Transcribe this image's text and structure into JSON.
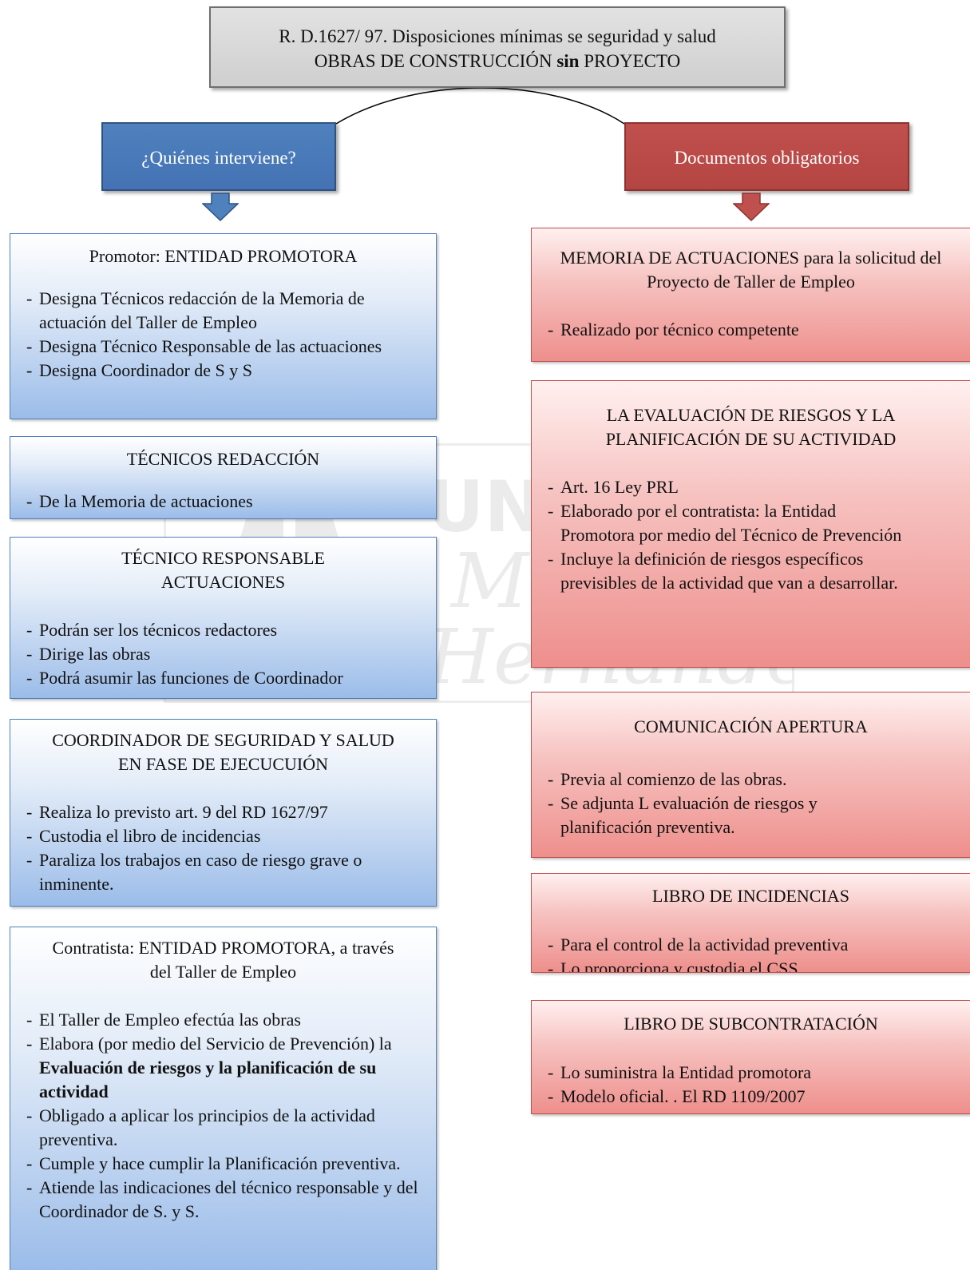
{
  "title": {
    "line1": "R. D.1627/ 97. Disposiciones mínimas se seguridad y salud",
    "line2_before": "OBRAS DE CONSTRUCCIÓN ",
    "line2_bold": "sin",
    "line2_after": "  PROYECTO"
  },
  "left_header": "¿Quiénes interviene?",
  "right_header": "Documentos obligatorios",
  "colors": {
    "blue": "#4f81bd",
    "red": "#c0504d",
    "title_gray": "#d9d9d9"
  },
  "watermark": {
    "text1": "UNIVERSITAS",
    "text2": "Miguel",
    "text3": "Hernández"
  },
  "left_boxes": [
    {
      "title": "Promotor: ENTIDAD PROMOTORA",
      "items": [
        "Designa Técnicos redacción de la Memoria de actuación del Taller de Empleo",
        "Designa Técnico Responsable de las actuaciones",
        "Designa Coordinador de S y S"
      ]
    },
    {
      "title": "TÉCNICOS REDACCIÓN",
      "items": [
        "De la Memoria de actuaciones"
      ]
    },
    {
      "title": "TÉCNICO RESPONSABLE ACTUACIONES",
      "items": [
        "Podrán ser los técnicos redactores",
        "Dirige las obras",
        "Podrá asumir las funciones de Coordinador"
      ]
    },
    {
      "title": "COORDINADOR DE SEGURIDAD Y SALUD EN FASE DE EJECUCUIÓN",
      "items": [
        "Realiza lo previsto art. 9 del RD 1627/97",
        "Custodia el libro de incidencias",
        "Paraliza los trabajos en caso de riesgo grave o inminente."
      ]
    },
    {
      "title": "Contratista: ENTIDAD PROMOTORA, a través del Taller de Empleo",
      "items": [
        "El Taller de Empleo efectúa las obras",
        "Obligado a aplicar los principios de la actividad preventiva.",
        "Cumple y hace cumplir la Planificación preventiva.",
        "Atiende las indicaciones del técnico responsable y del Coordinador de S. y S."
      ],
      "item2_prefix": "Elabora (por medio del Servicio de Prevención) la ",
      "item2_bold": "Evaluación de riesgos y la planificación de su actividad"
    }
  ],
  "right_boxes": [
    {
      "title": "MEMORIA DE ACTUACIONES  para la solicitud del Proyecto de Taller de Empleo",
      "items": [
        "Realizado por técnico competente"
      ]
    },
    {
      "title": "LA EVALUACIÓN DE RIESGOS Y LA PLANIFICACIÓN DE SU ACTIVIDAD",
      "items": [
        "Art. 16 Ley PRL",
        "Elaborado por el contratista: la  Entidad Promotora por medio del Técnico de Prevención",
        "Incluye la definición de riesgos específicos previsibles de la actividad que van a desarrollar."
      ]
    },
    {
      "title": "COMUNICACIÓN APERTURA",
      "items": [
        "Previa al comienzo de las obras.",
        "Se adjunta L evaluación de riesgos  y planificación preventiva."
      ]
    },
    {
      "title": "LIBRO DE INCIDENCIAS",
      "items": [
        "Para el control de la actividad preventiva",
        "Lo proporciona y custodia el CSS"
      ]
    },
    {
      "title": "LIBRO DE SUBCONTRATACIÓN",
      "items": [
        "Lo suministra la Entidad promotora",
        "Modelo oficial. . El RD 1109/2007"
      ]
    }
  ]
}
